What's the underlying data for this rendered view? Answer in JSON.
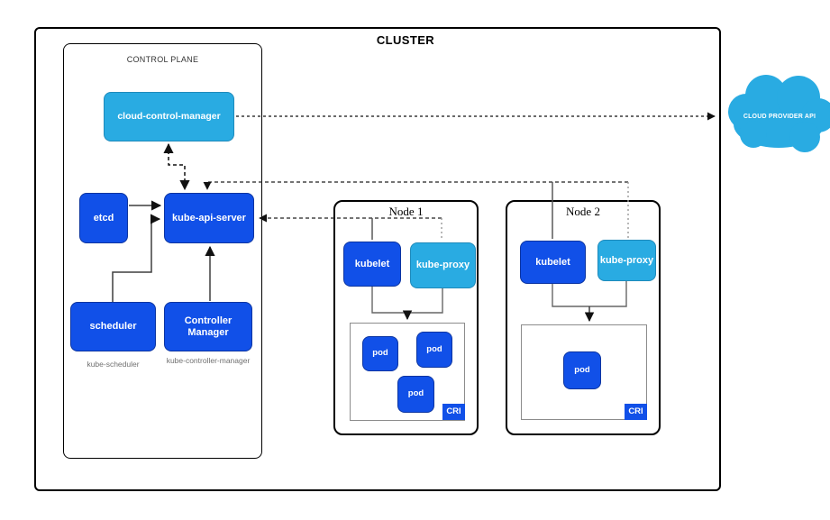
{
  "cluster": {
    "title": "CLUSTER"
  },
  "control_plane": {
    "title": "CONTROL PLANE",
    "cloud_control_manager": "cloud-control-manager",
    "etcd": "etcd",
    "kube_api_server": "kube-api-server",
    "scheduler": "scheduler",
    "controller_manager": "Controller Manager",
    "scheduler_caption": "kube-scheduler",
    "controller_manager_caption": "kube-controller-manager"
  },
  "nodes": [
    {
      "title": "Node 1",
      "kubelet": "kubelet",
      "kube_proxy": "kube-proxy",
      "cri": "CRI",
      "pods": [
        "pod",
        "pod",
        "pod"
      ]
    },
    {
      "title": "Node 2",
      "kubelet": "kubelet",
      "kube_proxy": "kube-proxy",
      "cri": "CRI",
      "pods": [
        "pod"
      ]
    }
  ],
  "cloud": {
    "label": "CLOUD PROVIDER API"
  },
  "colors": {
    "primary_blue": "#1150e8",
    "light_blue": "#29abe2",
    "line_dark": "#111111",
    "line_gray": "#4d4d4d",
    "dotted_gray": "#999999",
    "caption_gray": "#707070"
  }
}
